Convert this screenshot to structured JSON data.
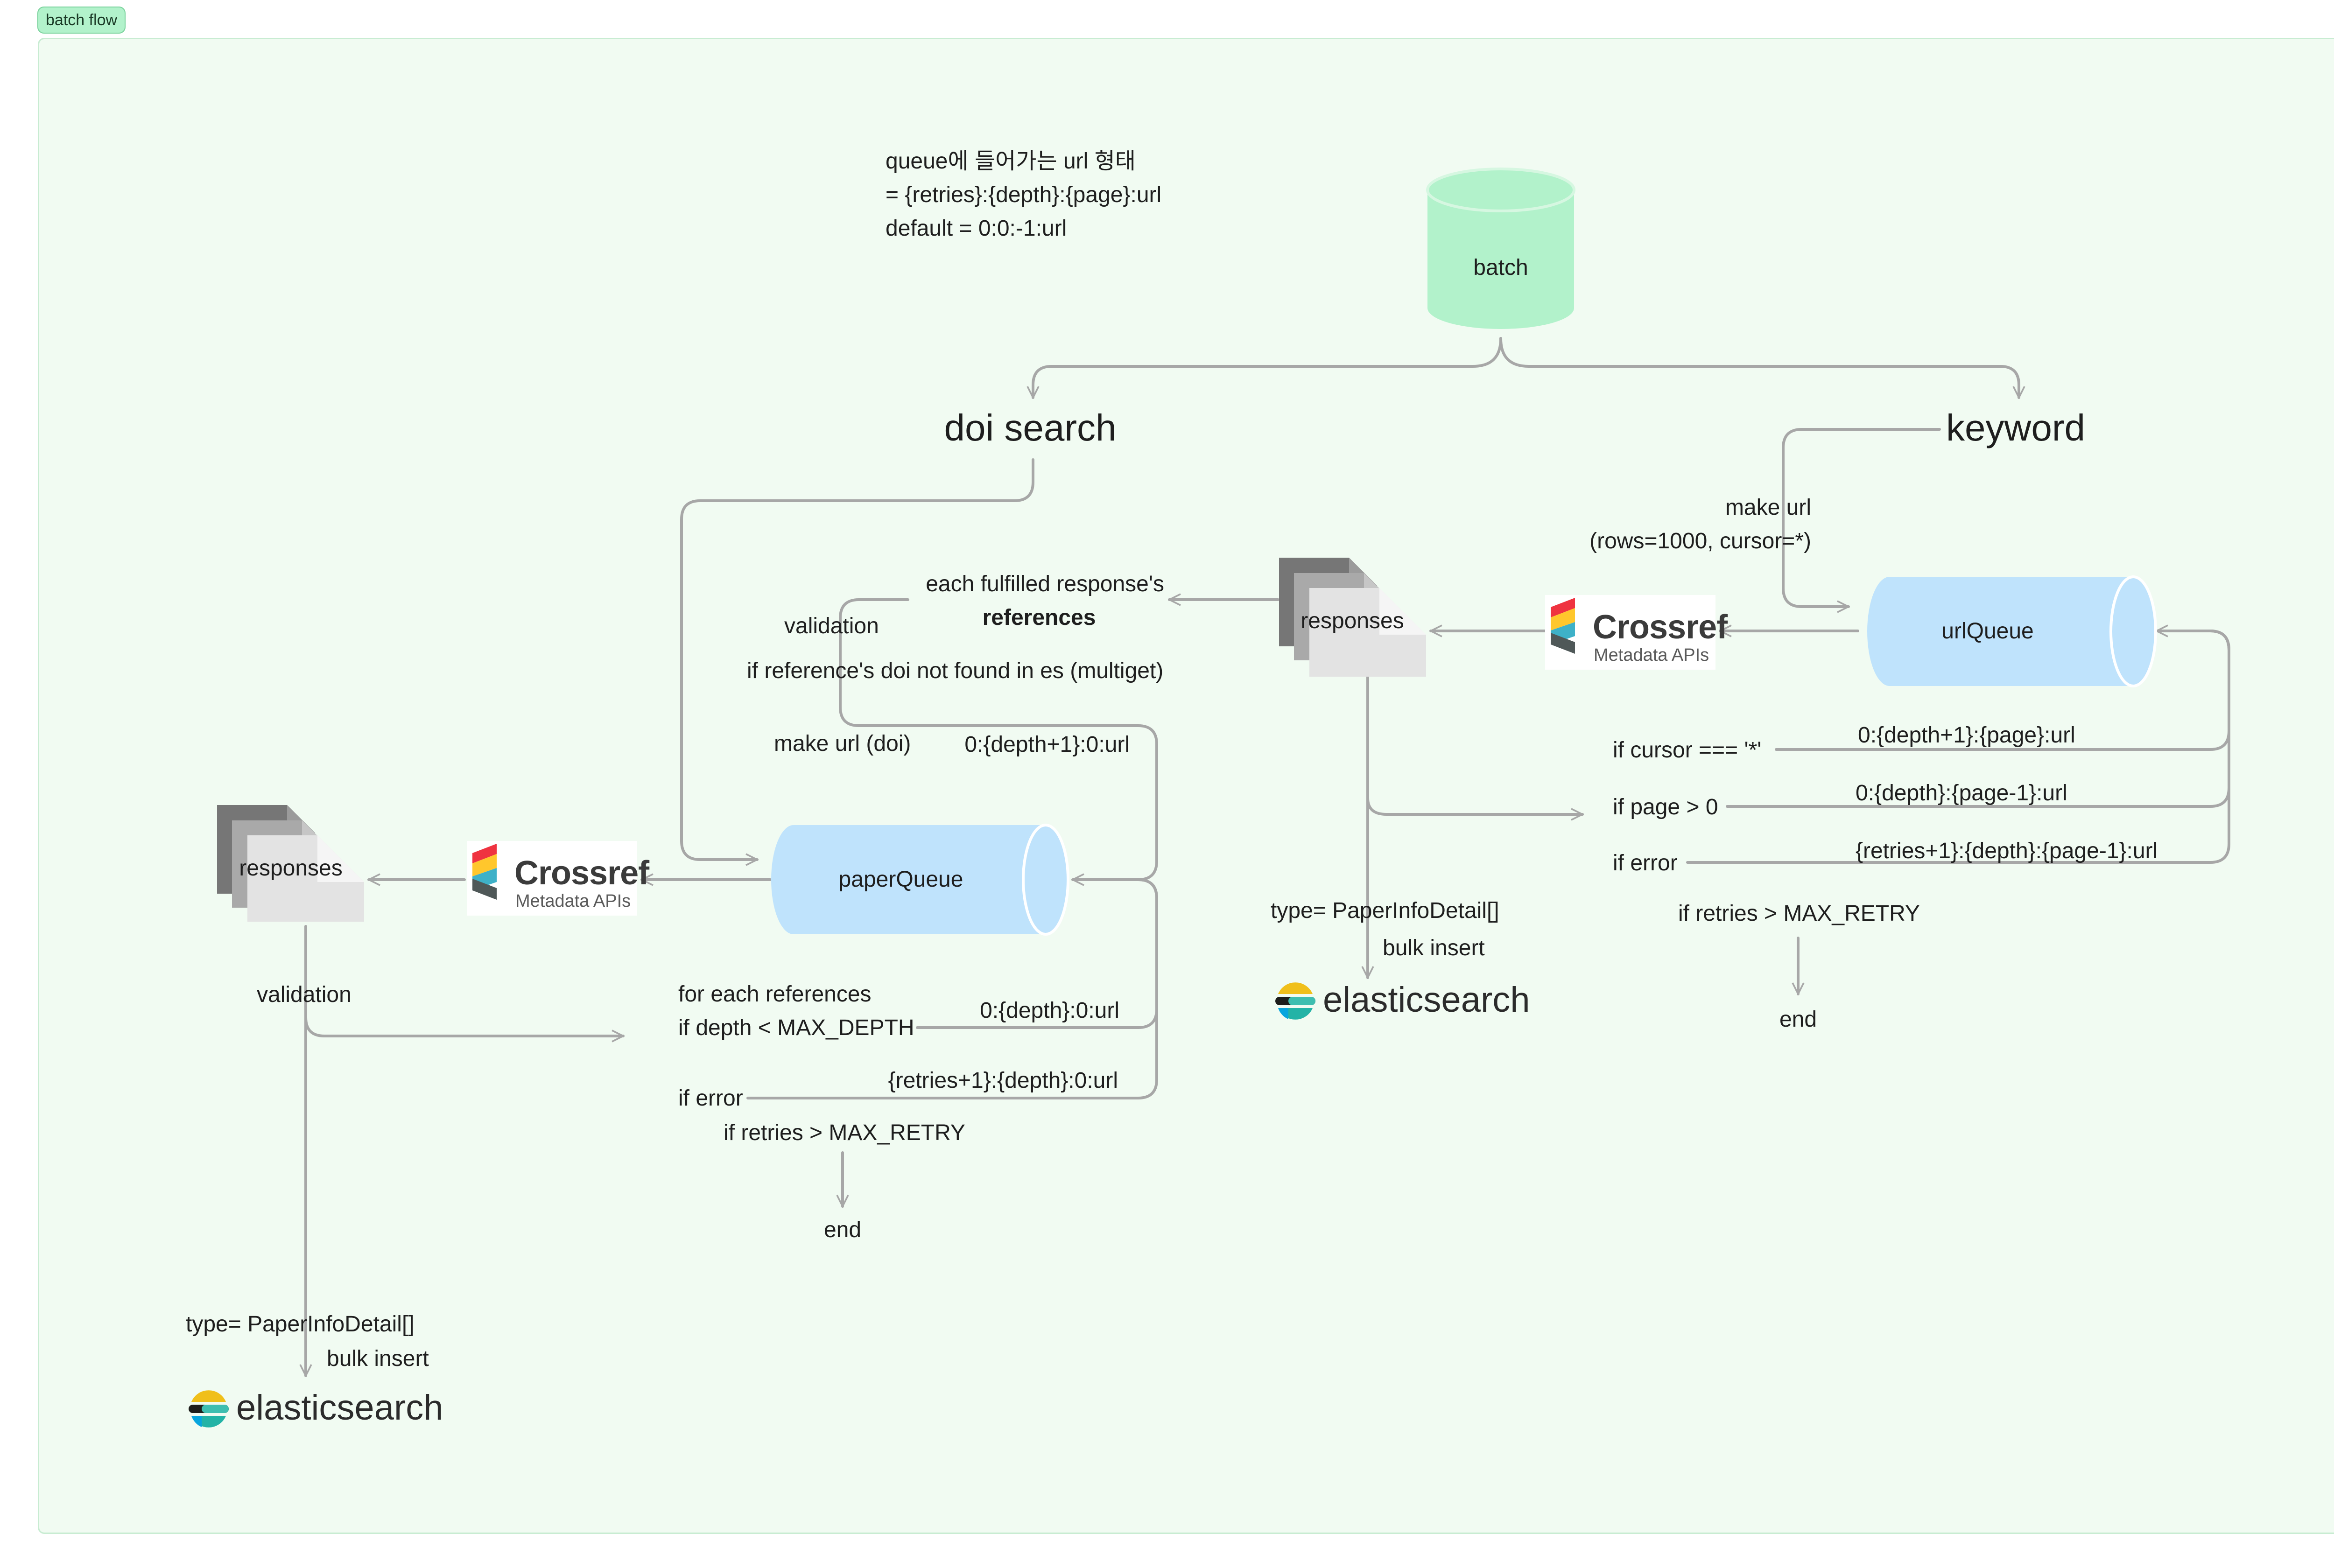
{
  "frame": {
    "label": "batch flow"
  },
  "colors": {
    "frame_bg": "#f1fbf2",
    "badge_bg": "#b2f2cb",
    "batch_node": "#b2f2cb",
    "queue_node": "#bfe3fc",
    "connector": "#a7a7a7"
  },
  "note": {
    "lines": [
      "queue에 들어가는 url 형태",
      "= {retries}:{depth}:{page}:url",
      "default =  0:0:-1:url"
    ]
  },
  "nodes": {
    "batch": "batch",
    "doi_search": "doi search",
    "keyword": "keyword",
    "url_queue": "urlQueue",
    "paper_queue": "paperQueue",
    "responses_right": "responses",
    "responses_left": "responses"
  },
  "logos": {
    "crossref_name": "Crossref",
    "crossref_sub": "Metadata APIs",
    "elasticsearch": "elasticsearch"
  },
  "labels": {
    "make_url": "make url",
    "make_url_params": "(rows=1000, cursor=*)",
    "each_fulfilled": "each fulfilled response's",
    "references": "references",
    "validation_mid": "validation",
    "ref_not_found": "if reference's doi not found in es (multiget)",
    "make_url_doi": "make url (doi)",
    "depth_plus_one": "0:{depth+1}:0:url",
    "if_cursor": "if cursor === '*'",
    "cursor_url": "0:{depth+1}:{page}:url",
    "if_page": "if page > 0",
    "page_url": "0:{depth}:{page-1}:url",
    "if_error_right": "if error",
    "error_url_right": "{retries+1}:{depth}:{page-1}:url",
    "if_retries_right": "if retries > MAX_RETRY",
    "end_right": "end",
    "type_right": "type= PaperInfoDetail[]",
    "bulk_right": "bulk insert",
    "validation_left": "validation",
    "for_each_refs": "for each references",
    "if_depth": "if depth < MAX_DEPTH",
    "depth_url": "0:{depth}:0:url",
    "if_error_left": "if error",
    "error_url_left": "{retries+1}:{depth}:0:url",
    "if_retries_left": "if retries > MAX_RETRY",
    "end_left": "end",
    "type_left": "type= PaperInfoDetail[]",
    "bulk_left": "bulk insert"
  }
}
